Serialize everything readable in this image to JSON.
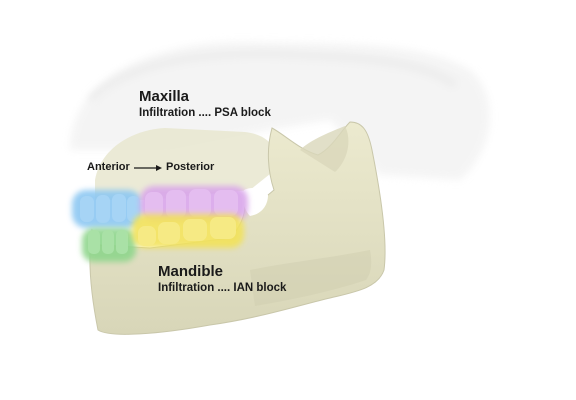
{
  "maxilla": {
    "title": "Maxilla",
    "subtitle": "Infiltration .... PSA block"
  },
  "mandible": {
    "title": "Mandible",
    "subtitle": "Infiltration .... IAN block"
  },
  "direction": {
    "start": "Anterior",
    "end": "Posterior"
  },
  "colors": {
    "bone": "#e3e1c8",
    "upper_anterior": "#8cc7f2",
    "upper_posterior": "#d9a6ea",
    "lower_anterior": "#8fd68c",
    "lower_posterior": "#f2e25a"
  }
}
